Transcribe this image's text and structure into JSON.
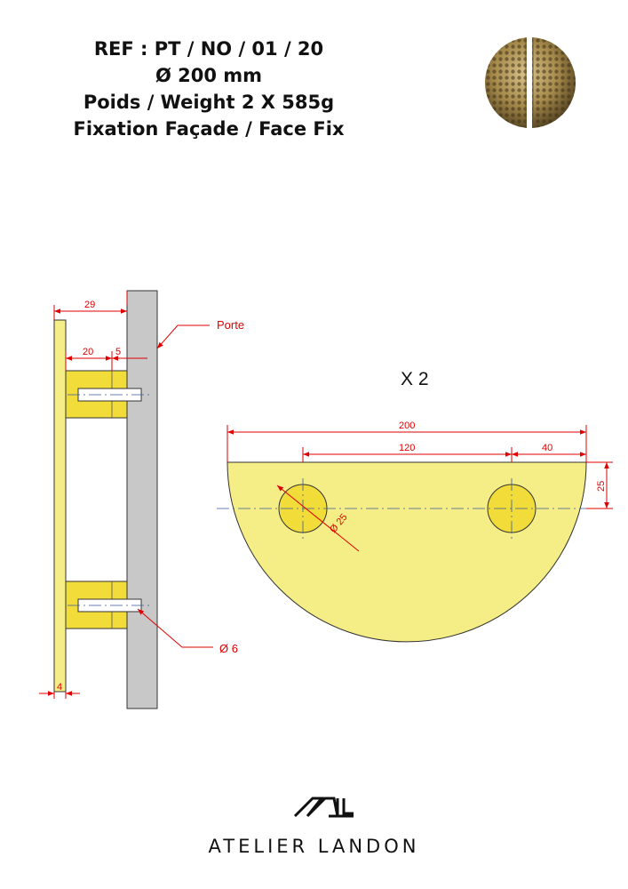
{
  "header": {
    "ref": "REF : PT / NO / 01 / 20",
    "diameter": "Ø 200 mm",
    "weight": "Poids /  Weight 2 X 585g",
    "fixation": "Fixation Façade / Face Fix"
  },
  "side_view": {
    "dim_29": "29",
    "dim_20": "20",
    "dim_5": "5",
    "dim_4": "4",
    "label_porte": "Porte",
    "label_screw": "Ø 6"
  },
  "front_view": {
    "quantity": "X 2",
    "dim_200": "200",
    "dim_120": "120",
    "dim_40": "40",
    "dim_25": "25",
    "hole_diameter": "Ø 25"
  },
  "brand": {
    "name": "ATELIER LANDON",
    "logo_letters": "AL"
  },
  "colors": {
    "brass": "#f5ee86",
    "brass_dark": "#f2dc3a",
    "door": "#c8c8c8",
    "dimension": "#e00000"
  }
}
